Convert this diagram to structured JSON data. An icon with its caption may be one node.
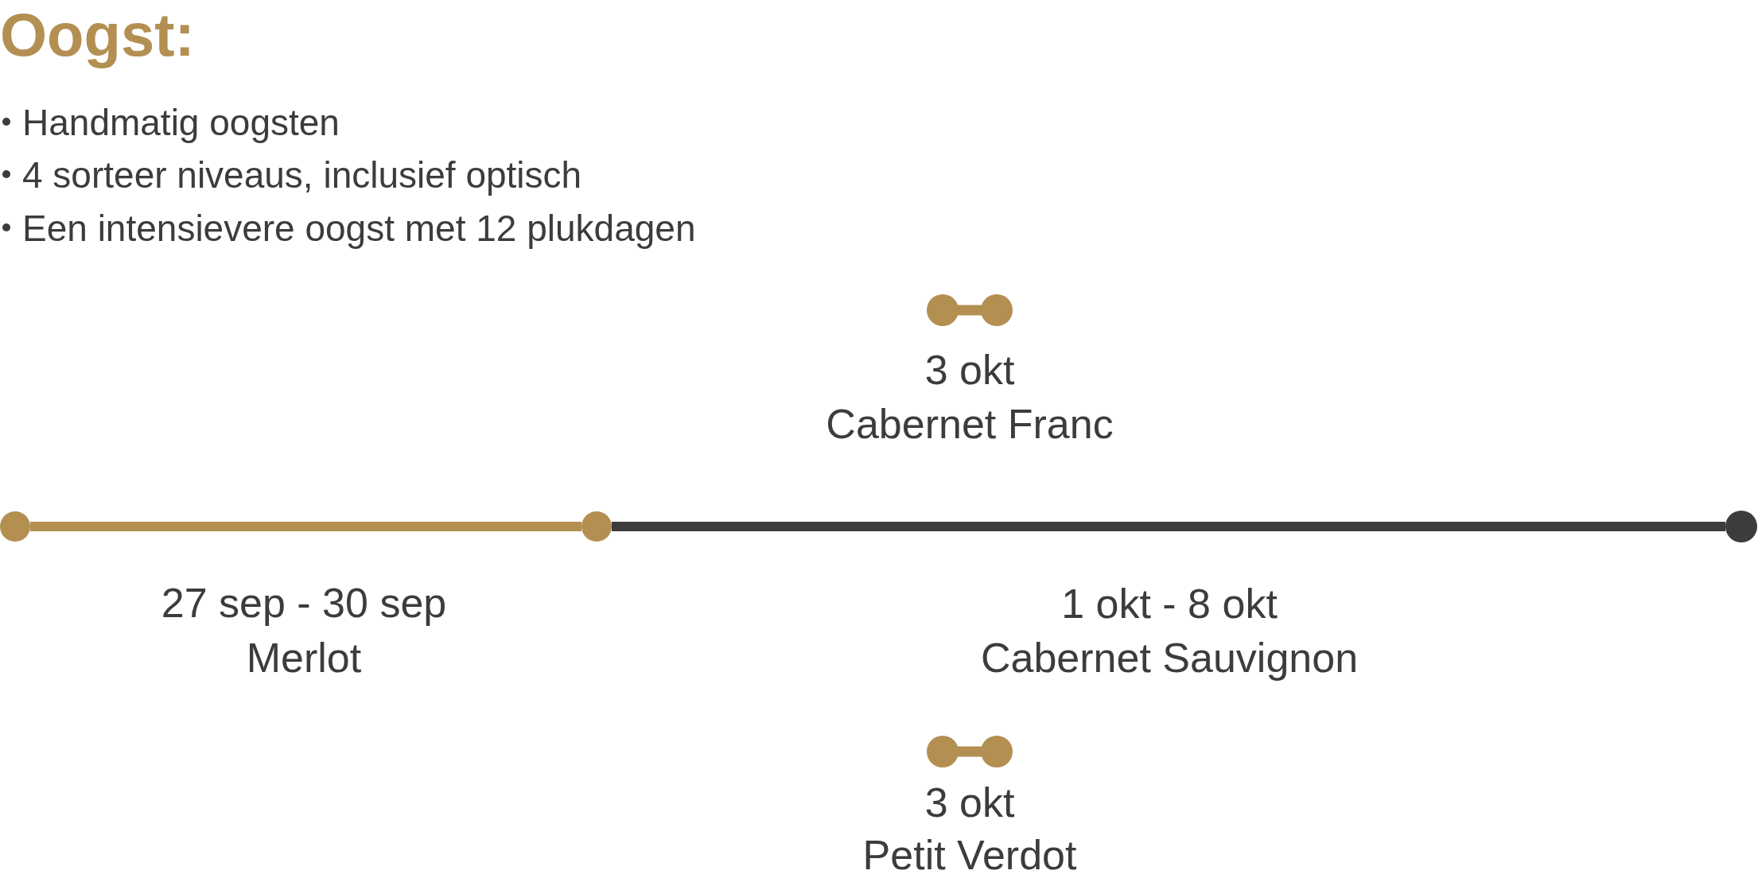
{
  "diagram": {
    "title": "Oogst:",
    "nodes": [
      {
        "text": [],
        "shape": "circle"
      },
      {
        "text": [],
        "shape": "circle"
      },
      {
        "text": [],
        "shape": "circle"
      }
    ],
    "edges": [
      {
        "from": 0,
        "to": 1,
        "arrow": "none",
        "color": "#b38f51"
      },
      {
        "from": 1,
        "to": 2,
        "arrow": "none",
        "color": "#3c3c3b"
      }
    ],
    "labels": [
      "Handmatig oogsten",
      "4 sorteer niveaus, inclusief optisch",
      "Een intensievere oogst met 12 plukdagen",
      "3 okt",
      "Cabernet Franc",
      "27 sep - 30 sep",
      "Merlot",
      "1 okt - 8 okt",
      "Cabernet Sauvignon",
      "3 okt",
      "Petit Verdot"
    ]
  }
}
